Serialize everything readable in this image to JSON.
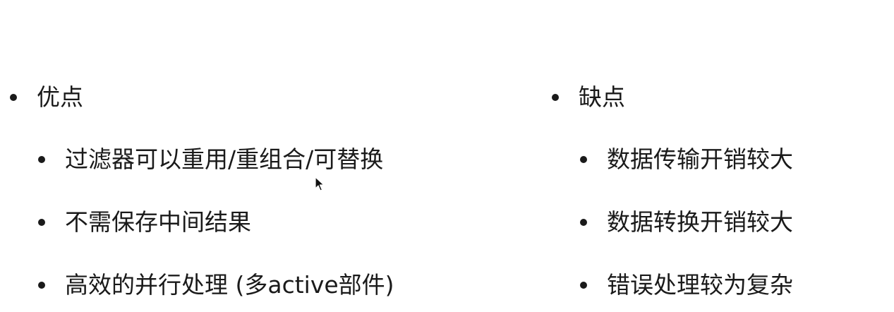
{
  "pros": {
    "heading": "优点",
    "items": [
      "过滤器可以重用/重组合/可替换",
      "不需保存中间结果",
      "高效的并行处理 (多active部件)"
    ]
  },
  "cons": {
    "heading": "缺点",
    "items": [
      "数据传输开销较大",
      "数据转换开销较大",
      "错误处理较为复杂"
    ]
  },
  "cursor": {
    "icon": "mouse-pointer-icon"
  }
}
